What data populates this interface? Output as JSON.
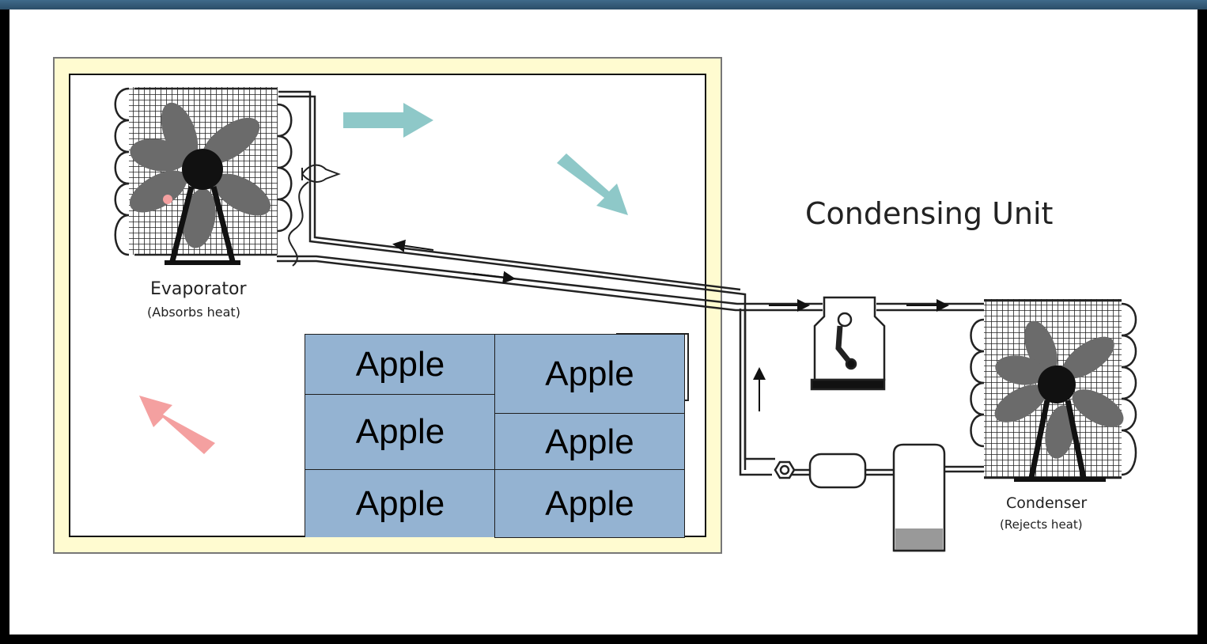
{
  "diagram": {
    "title": "Condensing Unit",
    "evaporator": {
      "name": "Evaporator",
      "note": "(Absorbs heat)"
    },
    "condenser": {
      "name": "Condenser",
      "note": "(Rejects heat)"
    }
  },
  "label_table": {
    "left_column": [
      "Apple",
      "Apple",
      "Apple"
    ],
    "right_column": [
      "Apple",
      "Apple",
      "Apple"
    ]
  },
  "colors": {
    "cell_fill": "#94b3d2",
    "room_border": "#fffbd0",
    "cool_air_arrow": "#8ec8c8",
    "warm_air_arrow": "#f4a0a0",
    "fan_blade": "#6b6b6b"
  }
}
